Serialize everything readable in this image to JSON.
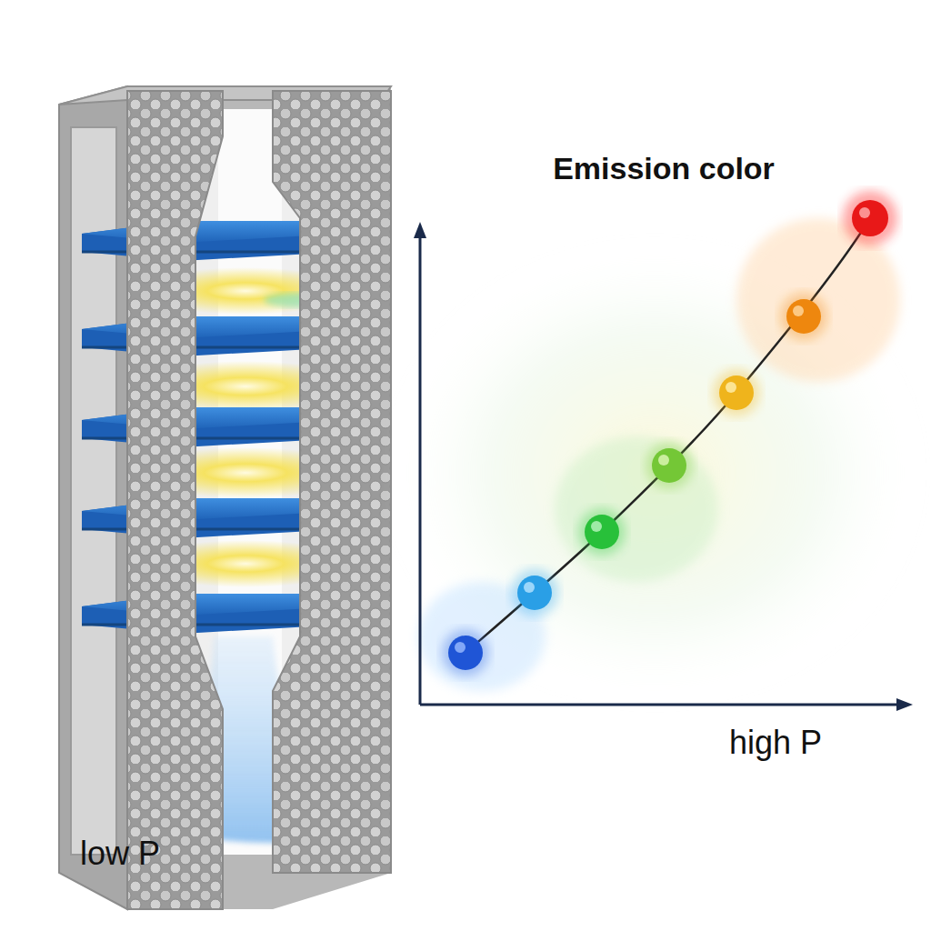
{
  "diagram": {
    "title": "Emission color",
    "labels": [
      "high P",
      "low P"
    ]
  }
}
